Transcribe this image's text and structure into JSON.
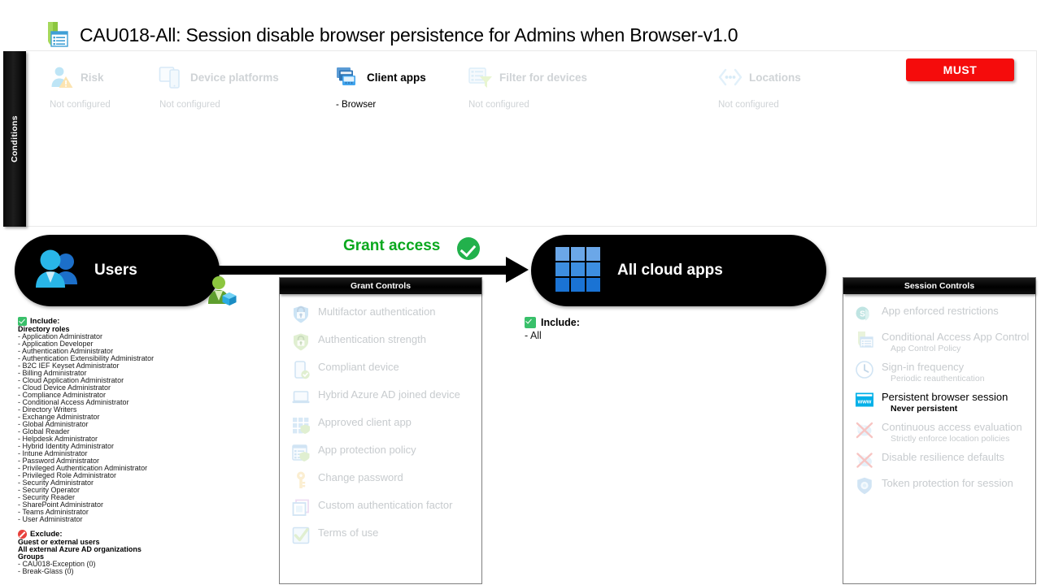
{
  "title": {
    "text": "CAU018-All: Session disable browser persistence for Admins when Browser-v1.0",
    "icon": "shield-policy-icon"
  },
  "conditions": {
    "section_label": "Conditions",
    "must_badge": "MUST",
    "items": [
      {
        "name": "Risk",
        "value": "Not configured",
        "icon": "risk-user-icon",
        "state": "dim"
      },
      {
        "name": "Device platforms",
        "value": "Not configured",
        "icon": "devices-icon",
        "state": "dim"
      },
      {
        "name": "Client apps",
        "value": "- Browser",
        "icon": "client-apps-icon",
        "state": "active"
      },
      {
        "name": "Filter for devices",
        "value": "Not configured",
        "icon": "filter-icon",
        "state": "dim"
      },
      {
        "name": "Locations",
        "value": "Not configured",
        "icon": "locations-icon",
        "state": "dim"
      }
    ]
  },
  "flow": {
    "users_pill": {
      "label": "Users",
      "icon": "users-icon"
    },
    "apps_pill": {
      "label": "All cloud apps",
      "icon": "grid-apps-icon"
    },
    "arrow_label": "Grant access",
    "arrow_check_icon": "green-check-icon",
    "small_user_icon": "user-azure-icon"
  },
  "users_detail": {
    "include_label": "Include:",
    "include_icon": "green-check-icon",
    "include_group": "Directory roles",
    "roles": [
      "- Application Administrator",
      "- Application Developer",
      "- Authentication Administrator",
      "- Authentication Extensibility Administrator",
      "- B2C IEF Keyset Administrator",
      "- Billing Administrator",
      "- Cloud Application Administrator",
      "- Cloud Device Administrator",
      "- Compliance Administrator",
      "- Conditional Access Administrator",
      "- Directory Writers",
      "- Exchange Administrator",
      "- Global Administrator",
      "- Global Reader",
      "- Helpdesk Administrator",
      "- Hybrid Identity Administrator",
      "- Intune Administrator",
      "- Password Administrator",
      "- Privileged Authentication Administrator",
      "- Privileged Role Administrator",
      "- Security Administrator",
      "- Security Operator",
      "- Security Reader",
      "- SharePoint Administrator",
      "- Teams Administrator",
      "- User Administrator"
    ],
    "exclude_label": "Exclude:",
    "exclude_icon": "deny-icon",
    "exclude_lines": [
      "Guest or external users",
      " All external Azure AD organizations",
      "Groups"
    ],
    "exclude_groups": [
      "- CAU018-Exception (0)",
      "- Break-Glass (0)"
    ]
  },
  "apps_detail": {
    "include_label": "Include:",
    "include_icon": "green-check-icon",
    "items": [
      "- All"
    ]
  },
  "grant_controls": {
    "title": "Grant Controls",
    "items": [
      {
        "name": "Multifactor authentication",
        "icon": "lock-shield-icon",
        "state": "dim"
      },
      {
        "name": "Authentication strength",
        "icon": "green-shield-icon",
        "state": "dim"
      },
      {
        "name": "Compliant device",
        "icon": "compliant-phone-icon",
        "state": "dim"
      },
      {
        "name": "Hybrid Azure AD joined device",
        "icon": "laptop-icon",
        "state": "dim"
      },
      {
        "name": "Approved client app",
        "icon": "approved-app-icon",
        "state": "dim"
      },
      {
        "name": "App protection policy",
        "icon": "app-policy-icon",
        "state": "dim"
      },
      {
        "name": "Change password",
        "icon": "key-icon",
        "state": "dim"
      },
      {
        "name": "Custom authentication factor",
        "icon": "custom-factor-icon",
        "state": "dim"
      },
      {
        "name": "Terms of use",
        "icon": "terms-check-icon",
        "state": "dim"
      }
    ]
  },
  "session_controls": {
    "title": "Session Controls",
    "items": [
      {
        "name": "App enforced restrictions",
        "sub": "",
        "icon": "sharepoint-s-icon",
        "state": "dim"
      },
      {
        "name": "Conditional Access App Control",
        "sub": "App Control Policy",
        "icon": "app-control-icon",
        "state": "dim"
      },
      {
        "name": "Sign-in frequency",
        "sub": "Periodic reauthentication",
        "icon": "clock-icon",
        "state": "dim"
      },
      {
        "name": "Persistent browser session",
        "sub": "Never persistent",
        "icon": "www-browser-icon",
        "state": "active"
      },
      {
        "name": "Continuous access evaluation",
        "sub": "Strictly enforce location policies",
        "icon": "cae-crossed-icon",
        "state": "dim"
      },
      {
        "name": "Disable resilience defaults",
        "sub": "",
        "icon": "resilience-crossed-icon",
        "state": "dim"
      },
      {
        "name": "Token protection for session",
        "sub": "",
        "icon": "token-shield-icon",
        "state": "dim"
      }
    ]
  },
  "colors": {
    "must_red": "#f50c0c",
    "grant_green": "#0aa81e",
    "check_green": "#22b14c",
    "dim_gray": "#c7cbce",
    "pill_black": "#000000",
    "active_blue": "#00a2e8"
  }
}
